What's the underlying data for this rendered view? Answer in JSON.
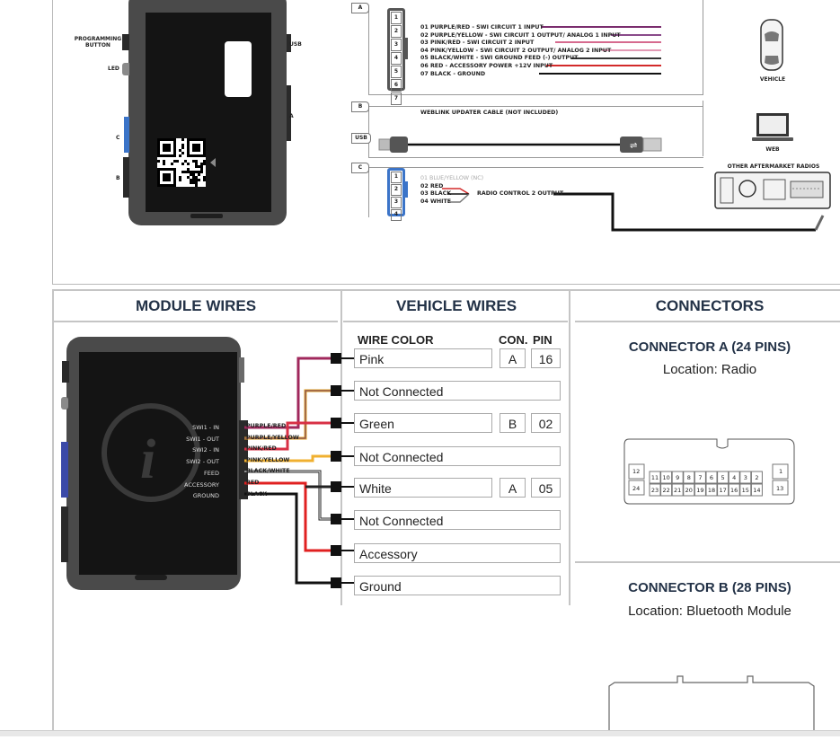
{
  "top": {
    "labels": {
      "programming_button": [
        "PROGRAMMING",
        "BUTTON"
      ],
      "led": "LED",
      "usb": "USB",
      "a": "A",
      "b": "B",
      "c": "C"
    },
    "conn_a": {
      "tag": "A",
      "pins": [
        "1",
        "2",
        "3",
        "4",
        "5",
        "6",
        "7"
      ],
      "wires": [
        {
          "text": "01 PURPLE/RED - SWI CIRCUIT 1 INPUT",
          "color": "#7b2d6e"
        },
        {
          "text": "02 PURPLE/YELLOW - SWI CIRCUIT 1 OUTPUT/ ANALOG 1 INPUT",
          "color": "#8a4b8a"
        },
        {
          "text": "03 PINK/RED - SWI CIRCUIT 2 INPUT",
          "color": "#d66a8e"
        },
        {
          "text": "04 PINK/YELLOW - SWI CIRCUIT 2 OUTPUT/ ANALOG 2 INPUT",
          "color": "#e39ab5"
        },
        {
          "text": "05 BLACK/WHITE - SWI GROUND FEED (-) OUTPUT",
          "color": "#333333"
        },
        {
          "text": "06 RED - ACCESSORY POWER +12V INPUT",
          "color": "#d32a2a"
        },
        {
          "text": "07 BLACK - GROUND",
          "color": "#111111"
        }
      ]
    },
    "conn_b": {
      "tag": "B",
      "text": "WEBLINK UPDATER CABLE (NOT INCLUDED)"
    },
    "usb_tag": "USB",
    "conn_c": {
      "tag": "C",
      "pins": [
        "1",
        "2",
        "3",
        "4"
      ],
      "wires": [
        {
          "text": "01 BLUE/YELLOW (NC)",
          "muted": true
        },
        {
          "text": "02 RED",
          "muted": false
        },
        {
          "text": "03 BLACK",
          "muted": false
        },
        {
          "text": "04 WHITE",
          "muted": false
        }
      ],
      "output": "RADIO CONTROL 2 OUTPUT"
    },
    "devices": {
      "vehicle": "VEHICLE",
      "web": "WEB",
      "radios": "OTHER AFTERMARKET RADIOS"
    }
  },
  "sections": {
    "module_wires": "MODULE WIRES",
    "vehicle_wires": "VEHICLE WIRES",
    "connectors": "CONNECTORS"
  },
  "module": {
    "inner_labels": [
      "SWI1 - IN",
      "SWI1 - OUT",
      "SWI2 - IN",
      "SWI2 - OUT",
      "FEED",
      "ACCESSORY",
      "GROUND"
    ],
    "wire_labels": [
      "PURPLE/RED",
      "PURPLE/YELLOW",
      "PINK/RED",
      "PINK/YELLOW",
      "BLACK/WHITE",
      "RED",
      "BLACK"
    ]
  },
  "vehicle_table": {
    "headers": {
      "wire_color": "WIRE COLOR",
      "con": "CON.",
      "pin": "PIN"
    },
    "rows": [
      {
        "color": "Pink",
        "con": "A",
        "pin": "16"
      },
      {
        "color": "Not Connected",
        "con": null,
        "pin": null
      },
      {
        "color": "Green",
        "con": "B",
        "pin": "02"
      },
      {
        "color": "Not Connected",
        "con": null,
        "pin": null
      },
      {
        "color": "White",
        "con": "A",
        "pin": "05"
      },
      {
        "color": "Not Connected",
        "con": null,
        "pin": null
      },
      {
        "color": "Accessory",
        "con": null,
        "pin": null
      },
      {
        "color": "Ground",
        "con": null,
        "pin": null
      }
    ]
  },
  "connectors": {
    "a": {
      "title": "CONNECTOR A (24 PINS)",
      "location": "Location: Radio",
      "left_pins": [
        "12",
        "24"
      ],
      "top_pins": [
        "11",
        "10",
        "9",
        "8",
        "7",
        "6",
        "5",
        "4",
        "3",
        "2"
      ],
      "bottom_pins": [
        "23",
        "22",
        "21",
        "20",
        "19",
        "18",
        "17",
        "16",
        "15",
        "14"
      ],
      "right_pins": [
        "1",
        "13"
      ]
    },
    "b": {
      "title": "CONNECTOR B (28 PINS)",
      "location": "Location: Bluetooth Module"
    }
  },
  "colors": {
    "heading": "#233247",
    "purple_red": "#a0285c",
    "purple_yellow": "#e0a020",
    "pink_red": "#d83045",
    "pink_yellow": "#f0b030",
    "black": "#111111",
    "red": "#e02020",
    "grid_line": "#c5c5c5"
  }
}
